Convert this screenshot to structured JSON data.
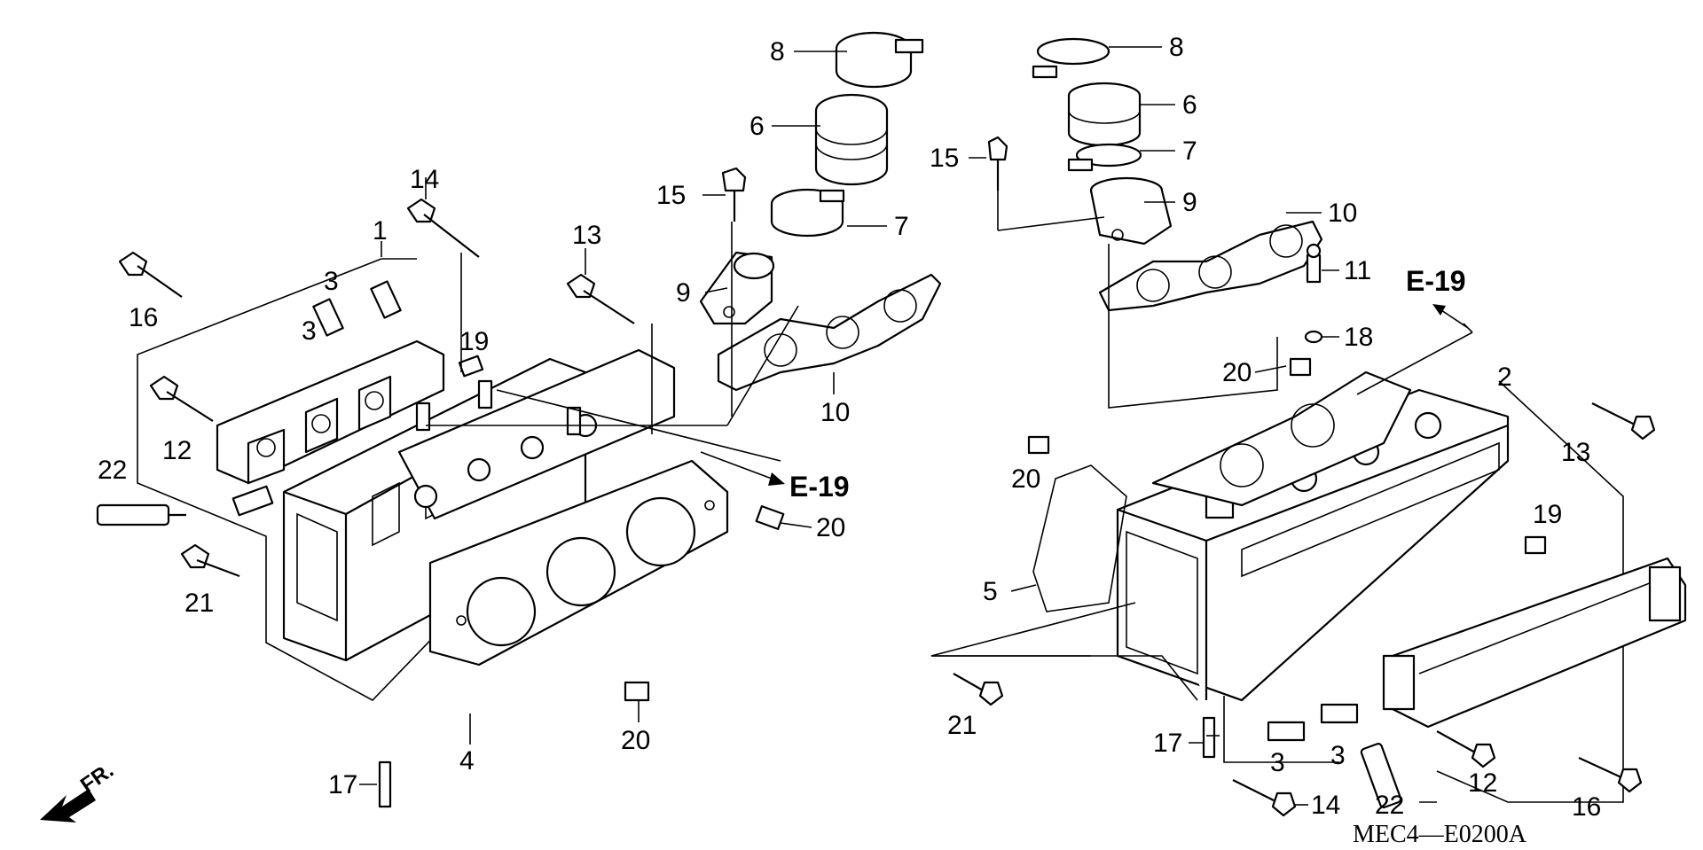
{
  "diagram": {
    "drawing_code": "MEC4—E0200A",
    "direction_label": "FR.",
    "reference_label": "E-19",
    "callouts": {
      "1": "1",
      "2": "2",
      "3": "3",
      "4": "4",
      "5": "5",
      "6": "6",
      "7": "7",
      "8": "8",
      "9": "9",
      "10": "10",
      "11": "11",
      "12": "12",
      "13": "13",
      "14": "14",
      "15": "15",
      "16": "16",
      "17": "17",
      "18": "18",
      "19": "19",
      "20": "20",
      "21": "21",
      "22": "22"
    }
  }
}
